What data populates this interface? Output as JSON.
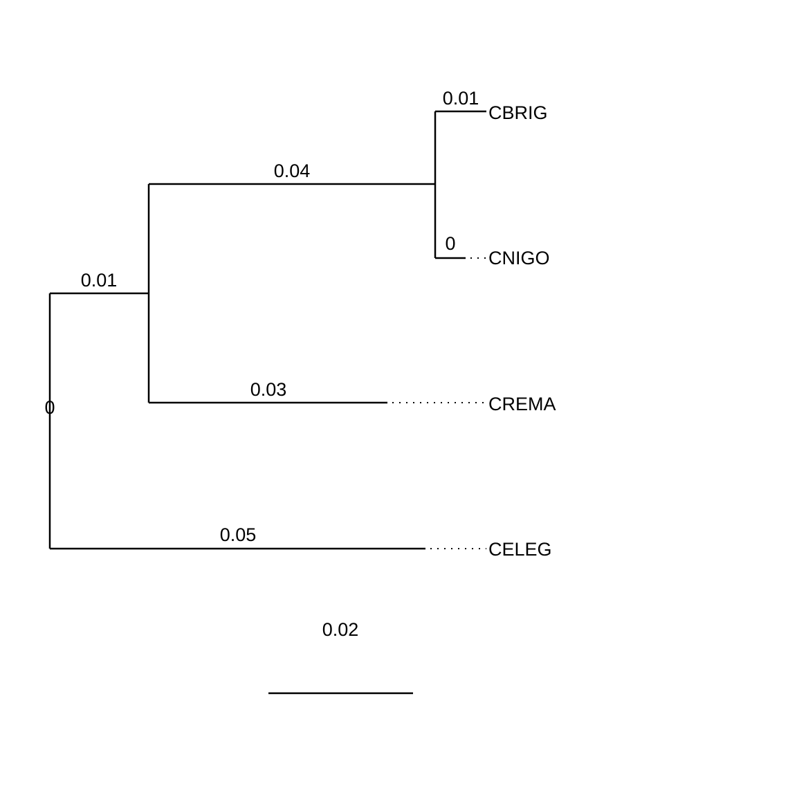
{
  "tree": {
    "branch_color": "#000000",
    "taxa": [
      {
        "id": "cbrig",
        "label": "CBRIG"
      },
      {
        "id": "cnigo",
        "label": "CNIGO"
      },
      {
        "id": "crema",
        "label": "CREMA"
      },
      {
        "id": "celeg",
        "label": "CELEG"
      }
    ],
    "branch_lengths": {
      "root": "0",
      "to_ingroup": "0.01",
      "to_cbrig_cnigo": "0.04",
      "cbrig": "0.01",
      "cnigo": "0",
      "crema": "0.03",
      "celeg": "0.05"
    }
  },
  "scale_bar": {
    "label": "0.02"
  }
}
